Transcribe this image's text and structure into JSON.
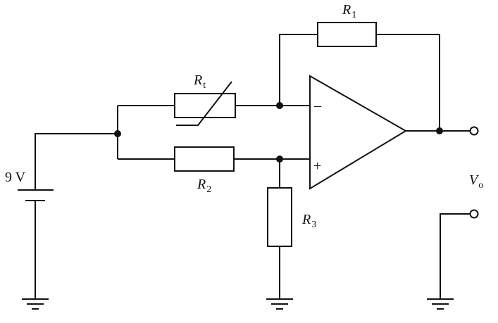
{
  "labels": {
    "r1": {
      "main": "R",
      "sub": "1"
    },
    "rt": {
      "main": "R",
      "sub": "t"
    },
    "r2": {
      "main": "R",
      "sub": "2"
    },
    "r3": {
      "main": "R",
      "sub": "3"
    },
    "vo": {
      "main": "V",
      "sub": "o"
    },
    "supply": "9 V",
    "minus": "–",
    "plus": "+"
  }
}
